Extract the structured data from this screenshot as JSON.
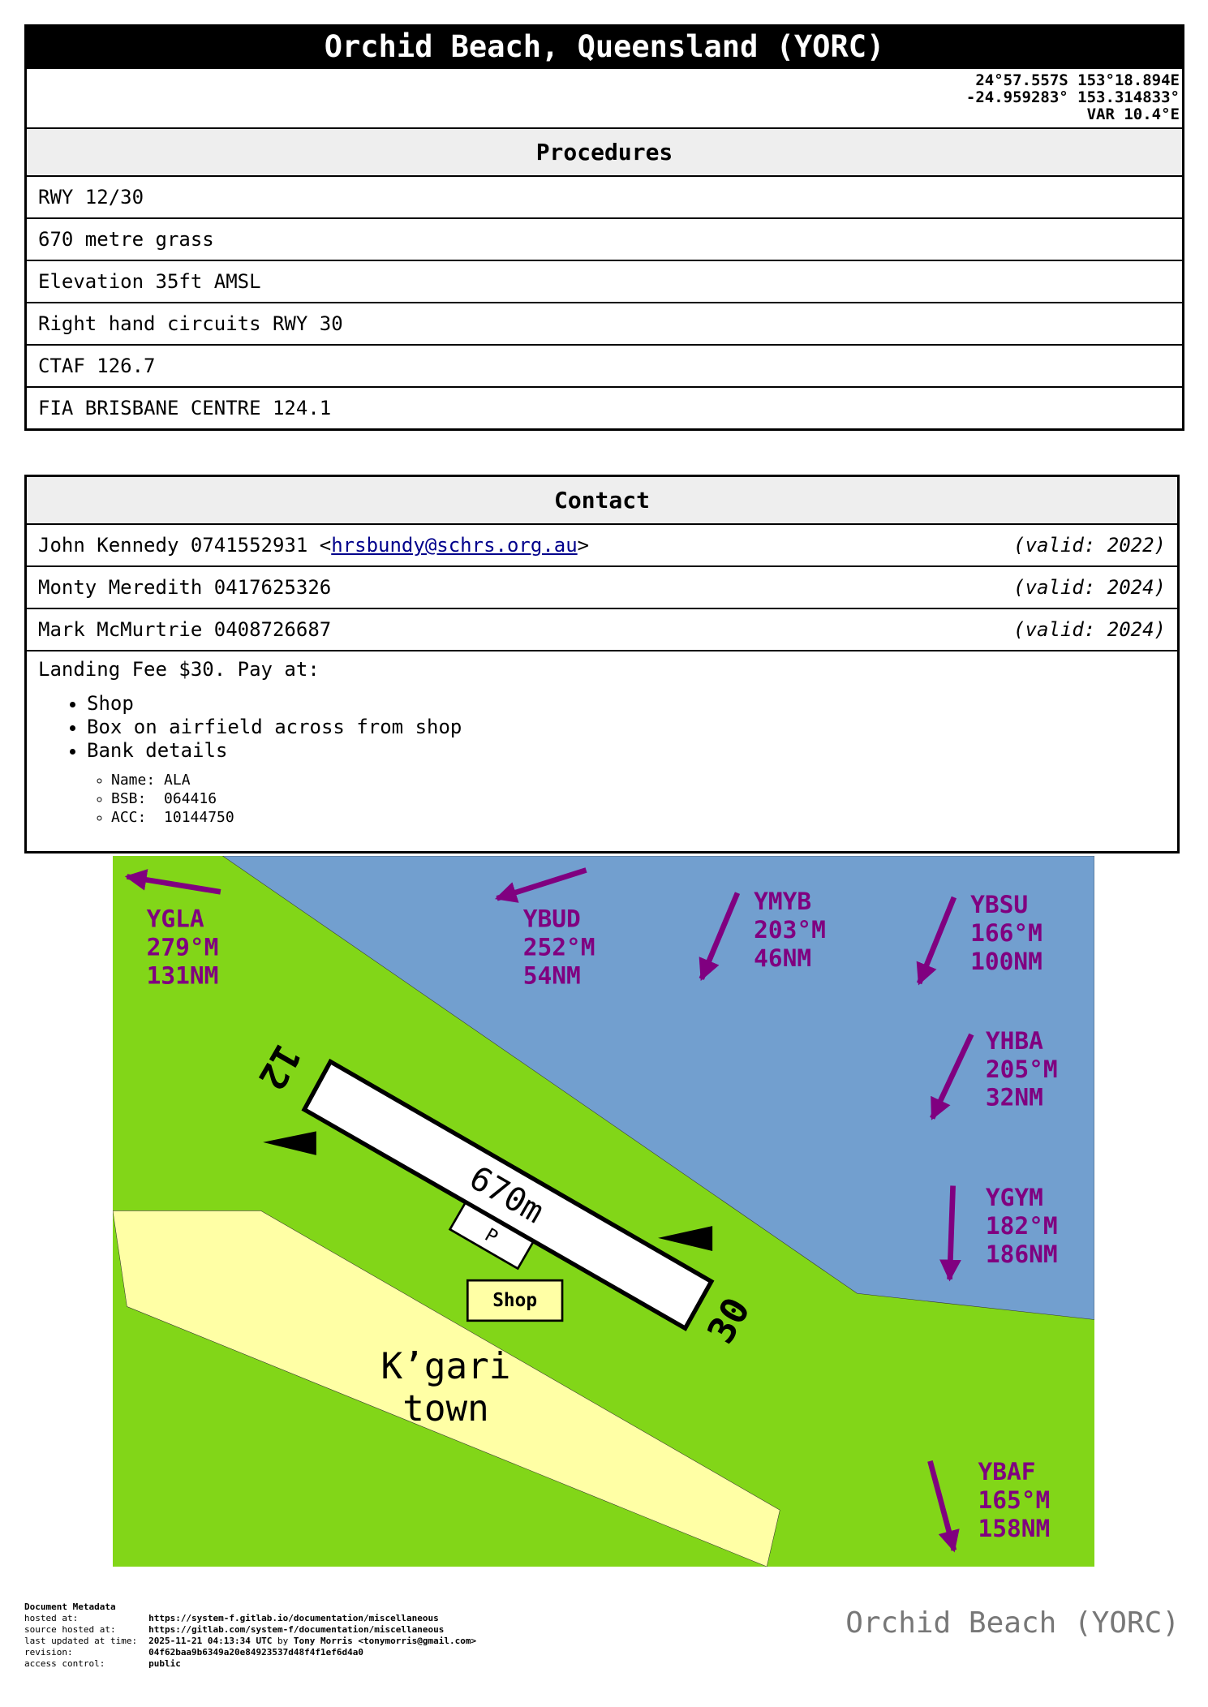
{
  "title": "Orchid Beach, Queensland (YORC)",
  "coords": {
    "dms": "24°57.557S 153°18.894E",
    "decimal": "-24.959283° 153.314833°",
    "var": "VAR 10.4°E"
  },
  "procedures": {
    "heading": "Procedures",
    "rows": [
      "RWY 12/30",
      "670 metre grass",
      "Elevation 35ft AMSL",
      "Right hand circuits RWY 30",
      "CTAF 126.7",
      "FIA BRISBANE CENTRE 124.1"
    ]
  },
  "contact": {
    "heading": "Contact",
    "rows": [
      {
        "name": "John Kennedy 0741552931 <",
        "email": "hrsbundy@schrs.org.au",
        "after": ">",
        "valid": "(valid: 2022)"
      },
      {
        "name": "Monty Meredith 0417625326",
        "valid": "(valid: 2024)"
      },
      {
        "name": "Mark McMurtrie 0408726687",
        "valid": "(valid: 2024)"
      }
    ],
    "fee": "Landing Fee $30. Pay at:",
    "pay": [
      "Shop",
      "Box on airfield across from shop",
      "Bank details"
    ],
    "bank": [
      "Name: ALA",
      "BSB:  064416",
      "ACC:  10144750"
    ]
  },
  "map": {
    "runway_length": "670m",
    "rwy_a": "12",
    "rwy_b": "30",
    "parking": "P",
    "shop": "Shop",
    "town1": "K’gari",
    "town2": "town",
    "colors": {
      "land": "#82d618",
      "water": "#729fcf",
      "town": "#ffffa5",
      "arrow": "#800080"
    },
    "nav": [
      {
        "id": "YGLA",
        "brg": "279°M",
        "dist": "131NM"
      },
      {
        "id": "YBUD",
        "brg": "252°M",
        "dist": "54NM"
      },
      {
        "id": "YMYB",
        "brg": "203°M",
        "dist": "46NM"
      },
      {
        "id": "YBSU",
        "brg": "166°M",
        "dist": "100NM"
      },
      {
        "id": "YHBA",
        "brg": "205°M",
        "dist": "32NM"
      },
      {
        "id": "YGYM",
        "brg": "182°M",
        "dist": "186NM"
      },
      {
        "id": "YBAF",
        "brg": "165°M",
        "dist": "158NM"
      }
    ]
  },
  "metadata": {
    "heading": "Document Metadata",
    "rows": [
      {
        "k": "hosted at:",
        "v": "https://system-f.gitlab.io/documentation/miscellaneous"
      },
      {
        "k": "source hosted at:",
        "v": "https://gitlab.com/system-f/documentation/miscellaneous"
      },
      {
        "k": "last updated at time:",
        "v": "2025-11-21 04:13:34 UTC",
        "by": " by ",
        "who": "Tony Morris <tonymorris@gmail.com>"
      },
      {
        "k": "revision:",
        "v": "04f62baa9b6349a20e84923537d48f4f1ef6d4a0"
      },
      {
        "k": "access control:",
        "v": "public"
      }
    ]
  },
  "footer_title": "Orchid Beach (YORC)"
}
